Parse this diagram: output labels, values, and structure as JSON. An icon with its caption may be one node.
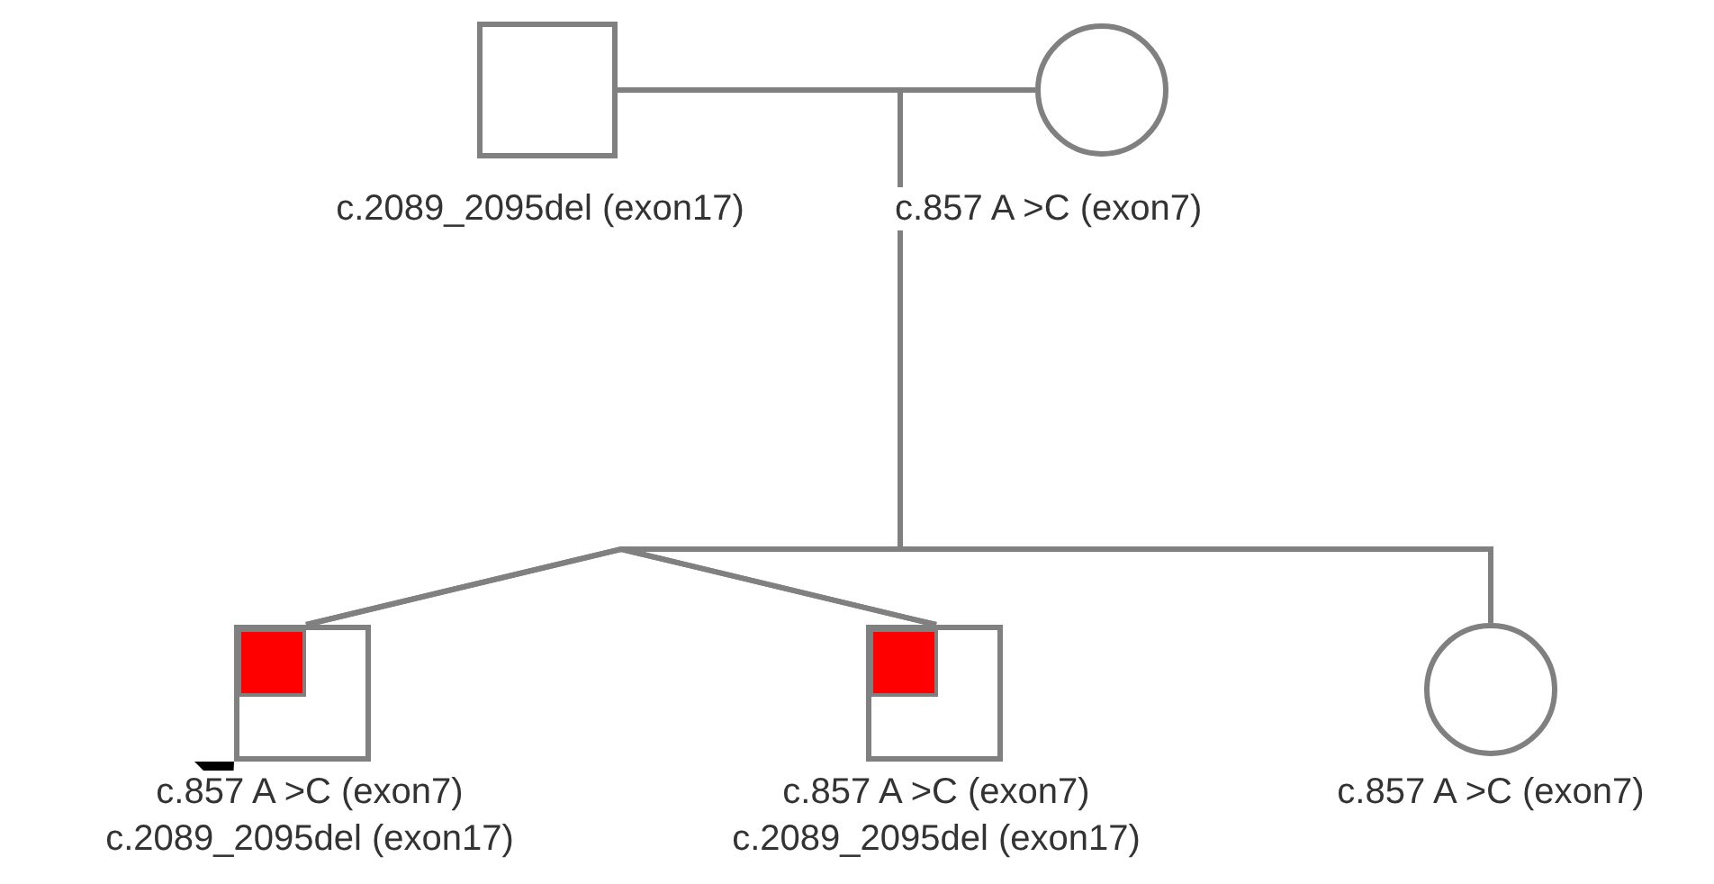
{
  "diagram": {
    "nodes": [
      {
        "text": [],
        "shape": "box",
        "beside": [
          "c.2089_2095del (exon17)"
        ]
      },
      {
        "text": [],
        "shape": "circle",
        "beside": [
          "c.857 A >C (exon7)"
        ]
      },
      {
        "text": [],
        "shape": "box",
        "beside": [
          "c.857 A >C (exon7)",
          "c.2089_2095del (exon17)"
        ]
      },
      {
        "text": [],
        "shape": "box",
        "beside": [
          "c.857 A >C (exon7)",
          "c.2089_2095del (exon17)"
        ]
      },
      {
        "text": [],
        "shape": "circle",
        "beside": [
          "c.857 A >C (exon7)"
        ]
      }
    ],
    "edges": [
      {
        "from": 0,
        "to": 1,
        "arrow": "none"
      },
      {
        "from": 0,
        "to": 2,
        "arrow": "none"
      },
      {
        "from": 0,
        "to": 3,
        "arrow": "none"
      },
      {
        "from": 0,
        "to": 4,
        "arrow": "none"
      },
      {
        "from": 1,
        "to": 2,
        "arrow": "none"
      },
      {
        "from": 1,
        "to": 3,
        "arrow": "none"
      },
      {
        "from": 1,
        "to": 4,
        "arrow": "none"
      }
    ]
  }
}
